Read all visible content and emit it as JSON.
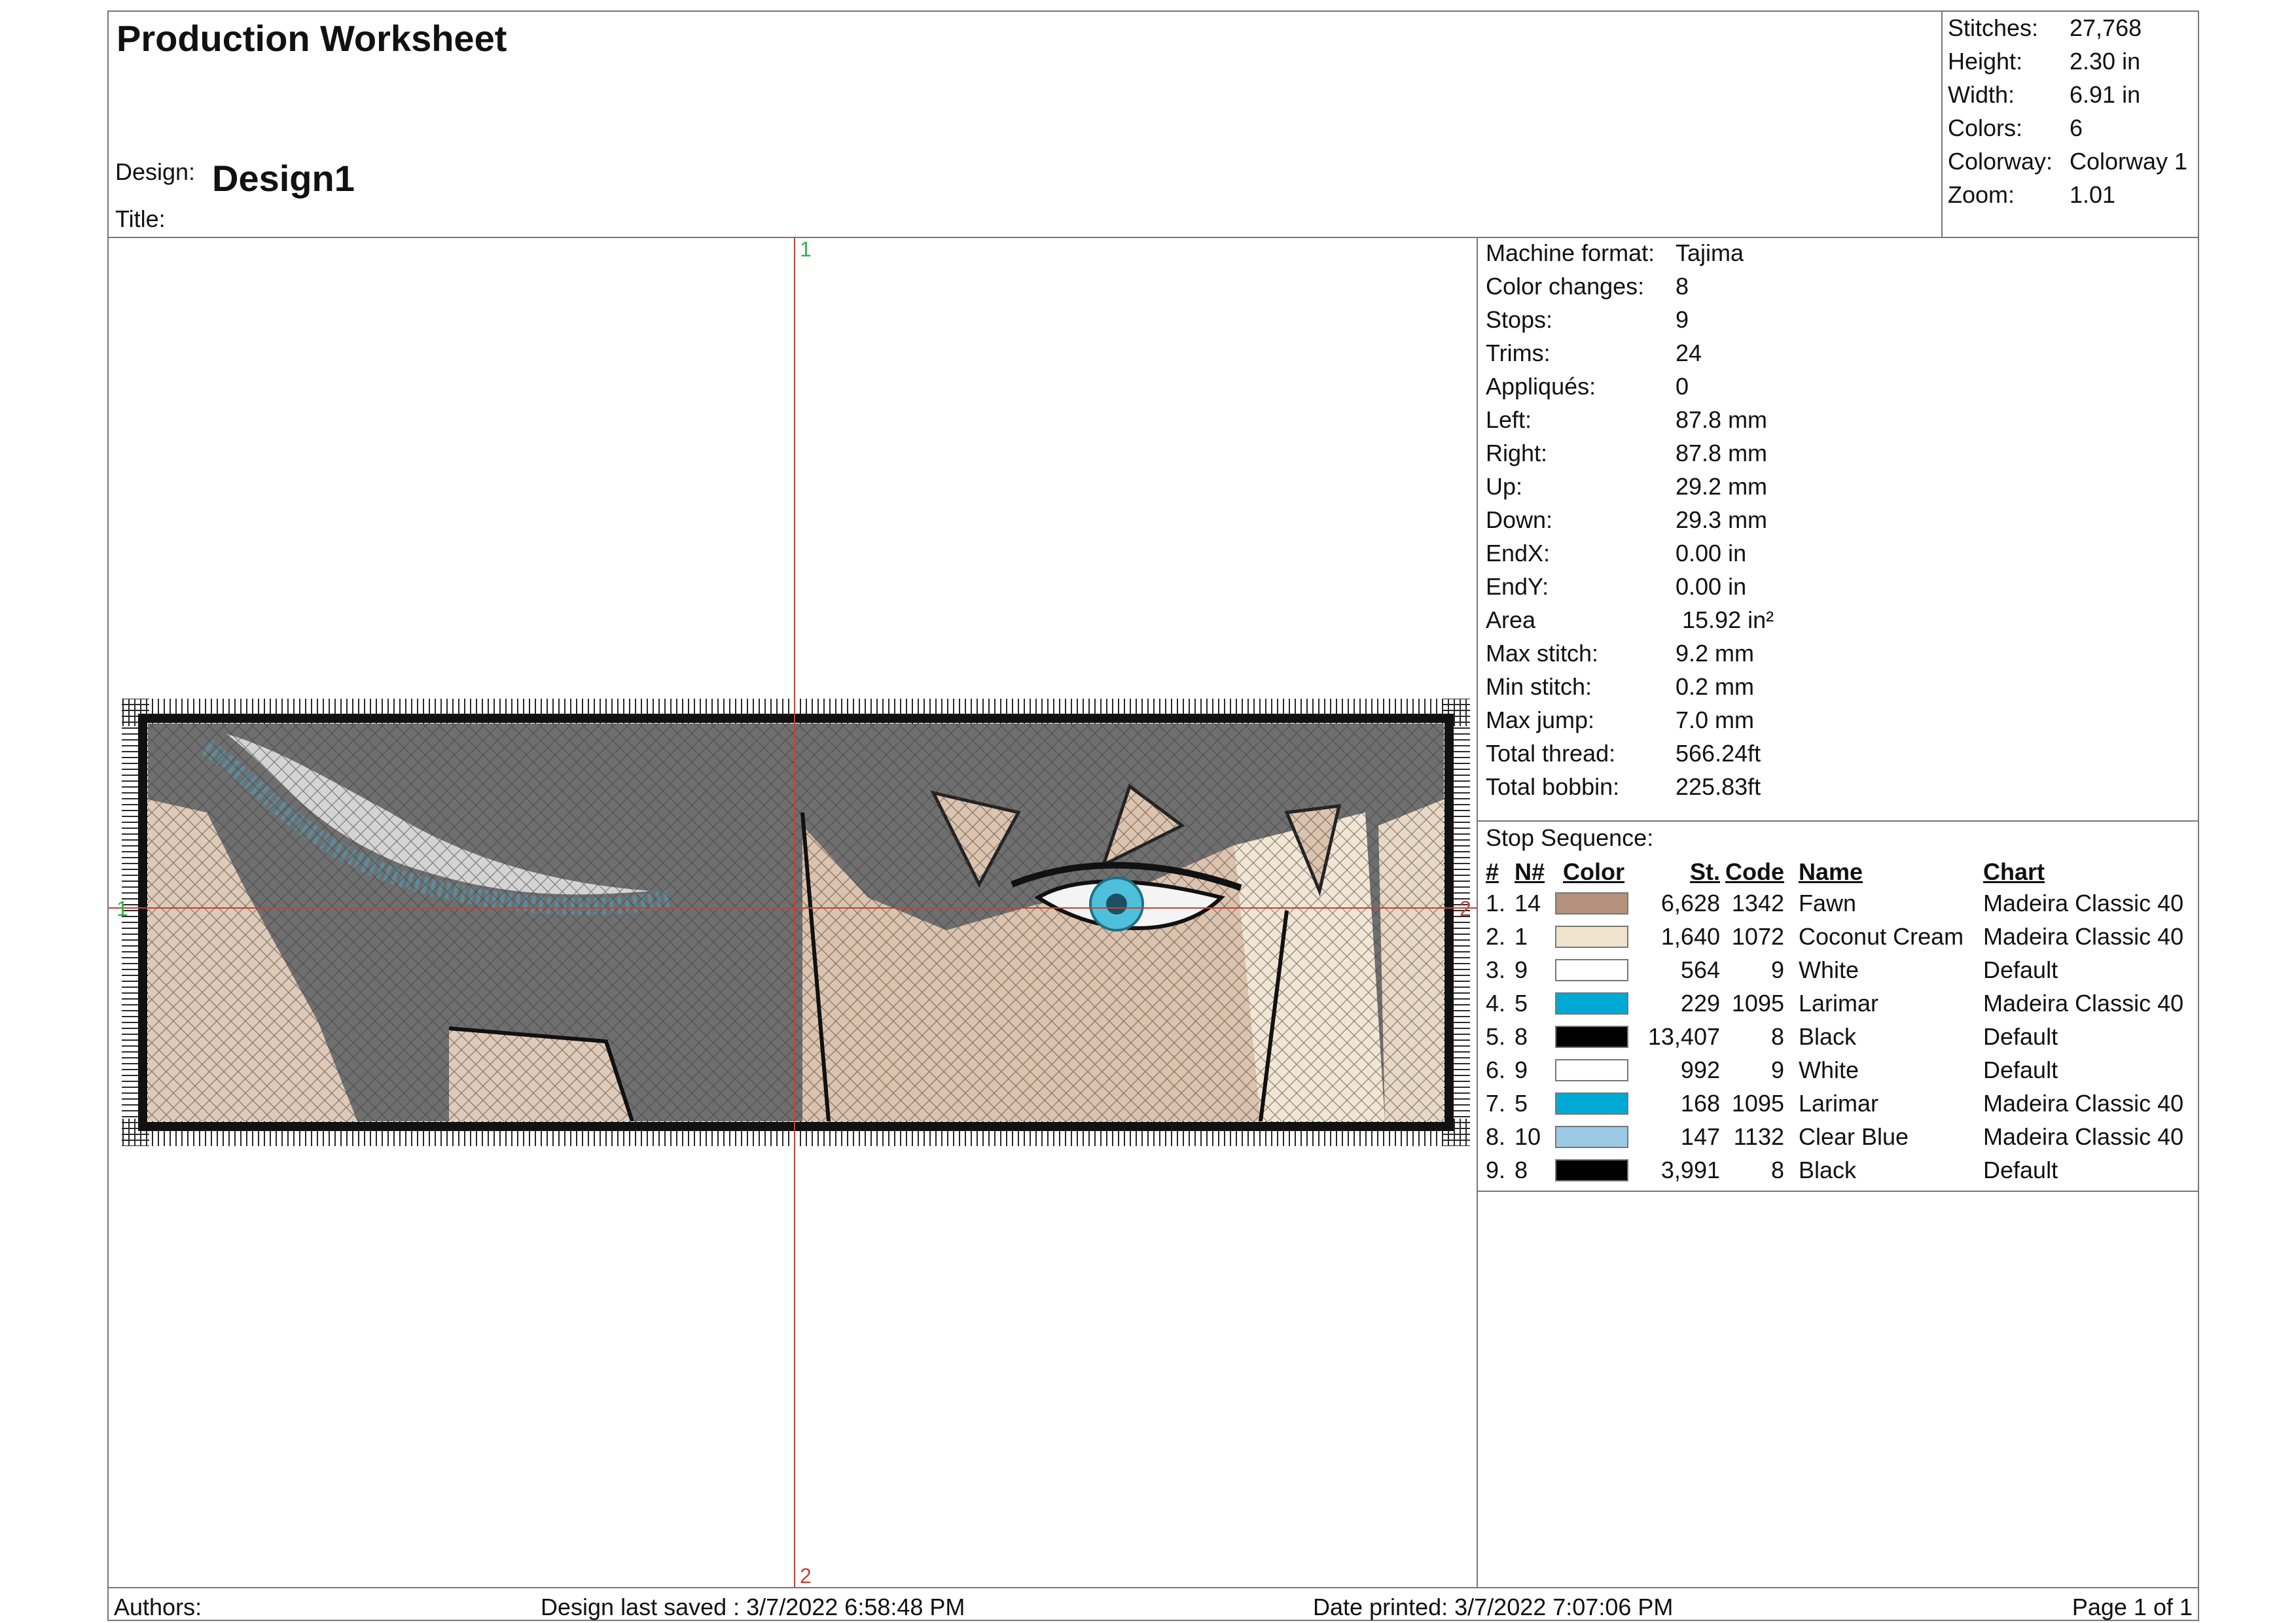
{
  "header": {
    "title": "Production Worksheet",
    "design_label": "Design:",
    "design_value": "Design1",
    "title_label": "Title:"
  },
  "stats": [
    {
      "label": "Stitches:",
      "value": "27,768"
    },
    {
      "label": "Height:",
      "value": "2.30 in"
    },
    {
      "label": "Width:",
      "value": "6.91 in"
    },
    {
      "label": "Colors:",
      "value": "6"
    },
    {
      "label": "Colorway:",
      "value": "Colorway 1"
    },
    {
      "label": "Zoom:",
      "value": "1.01"
    }
  ],
  "canvas": {
    "marker_top": "1",
    "marker_bottom": "2",
    "marker_left": "1",
    "marker_right": "2"
  },
  "info": [
    {
      "label": "Machine format:",
      "value": "Tajima"
    },
    {
      "label": "Color changes:",
      "value": "8"
    },
    {
      "label": "Stops:",
      "value": "9"
    },
    {
      "label": "Trims:",
      "value": "24"
    },
    {
      "label": "Appliqués:",
      "value": "0"
    },
    {
      "label": "Left:",
      "value": "87.8 mm"
    },
    {
      "label": "Right:",
      "value": "87.8 mm"
    },
    {
      "label": "Up:",
      "value": "29.2 mm"
    },
    {
      "label": "Down:",
      "value": "29.3 mm"
    },
    {
      "label": "EndX:",
      "value": "0.00 in"
    },
    {
      "label": "EndY:",
      "value": "0.00 in"
    },
    {
      "label": "Area",
      "value": " 15.92 in²"
    },
    {
      "label": "Max stitch:",
      "value": "9.2 mm"
    },
    {
      "label": "Min stitch:",
      "value": "0.2 mm"
    },
    {
      "label": "Max jump:",
      "value": "7.0 mm"
    },
    {
      "label": "Total thread:",
      "value": "566.24ft"
    },
    {
      "label": "Total bobbin:",
      "value": "225.83ft"
    }
  ],
  "stop_sequence": {
    "title": "Stop Sequence:",
    "columns": {
      "num": "#",
      "needle": "N#",
      "color": "Color",
      "stitches": "St.",
      "code": "Code",
      "name": "Name",
      "chart": "Chart"
    },
    "rows": [
      {
        "num": "1.",
        "needle": "14",
        "color": "#b5917b",
        "stitches": "6,628",
        "code": "1342",
        "name": "Fawn",
        "chart": "Madeira Classic 40"
      },
      {
        "num": "2.",
        "needle": "1",
        "color": "#f0e3ce",
        "stitches": "1,640",
        "code": "1072",
        "name": "Coconut Cream",
        "chart": "Madeira Classic 40"
      },
      {
        "num": "3.",
        "needle": "9",
        "color": "#ffffff",
        "stitches": "564",
        "code": "9",
        "name": "White",
        "chart": "Default"
      },
      {
        "num": "4.",
        "needle": "5",
        "color": "#00a9d4",
        "stitches": "229",
        "code": "1095",
        "name": "Larimar",
        "chart": "Madeira Classic 40"
      },
      {
        "num": "5.",
        "needle": "8",
        "color": "#000000",
        "stitches": "13,407",
        "code": "8",
        "name": "Black",
        "chart": "Default"
      },
      {
        "num": "6.",
        "needle": "9",
        "color": "#ffffff",
        "stitches": "992",
        "code": "9",
        "name": "White",
        "chart": "Default"
      },
      {
        "num": "7.",
        "needle": "5",
        "color": "#00a9d4",
        "stitches": "168",
        "code": "1095",
        "name": "Larimar",
        "chart": "Madeira Classic 40"
      },
      {
        "num": "8.",
        "needle": "10",
        "color": "#9cc9e3",
        "stitches": "147",
        "code": "1132",
        "name": "Clear Blue",
        "chart": "Madeira Classic 40"
      },
      {
        "num": "9.",
        "needle": "8",
        "color": "#000000",
        "stitches": "3,991",
        "code": "8",
        "name": "Black",
        "chart": "Default"
      }
    ]
  },
  "footer": {
    "authors": "Authors:",
    "saved": "Design last saved : 3/7/2022 6:58:48 PM",
    "printed": "Date printed: 3/7/2022 7:07:06 PM",
    "page": "Page 1 of 1"
  }
}
